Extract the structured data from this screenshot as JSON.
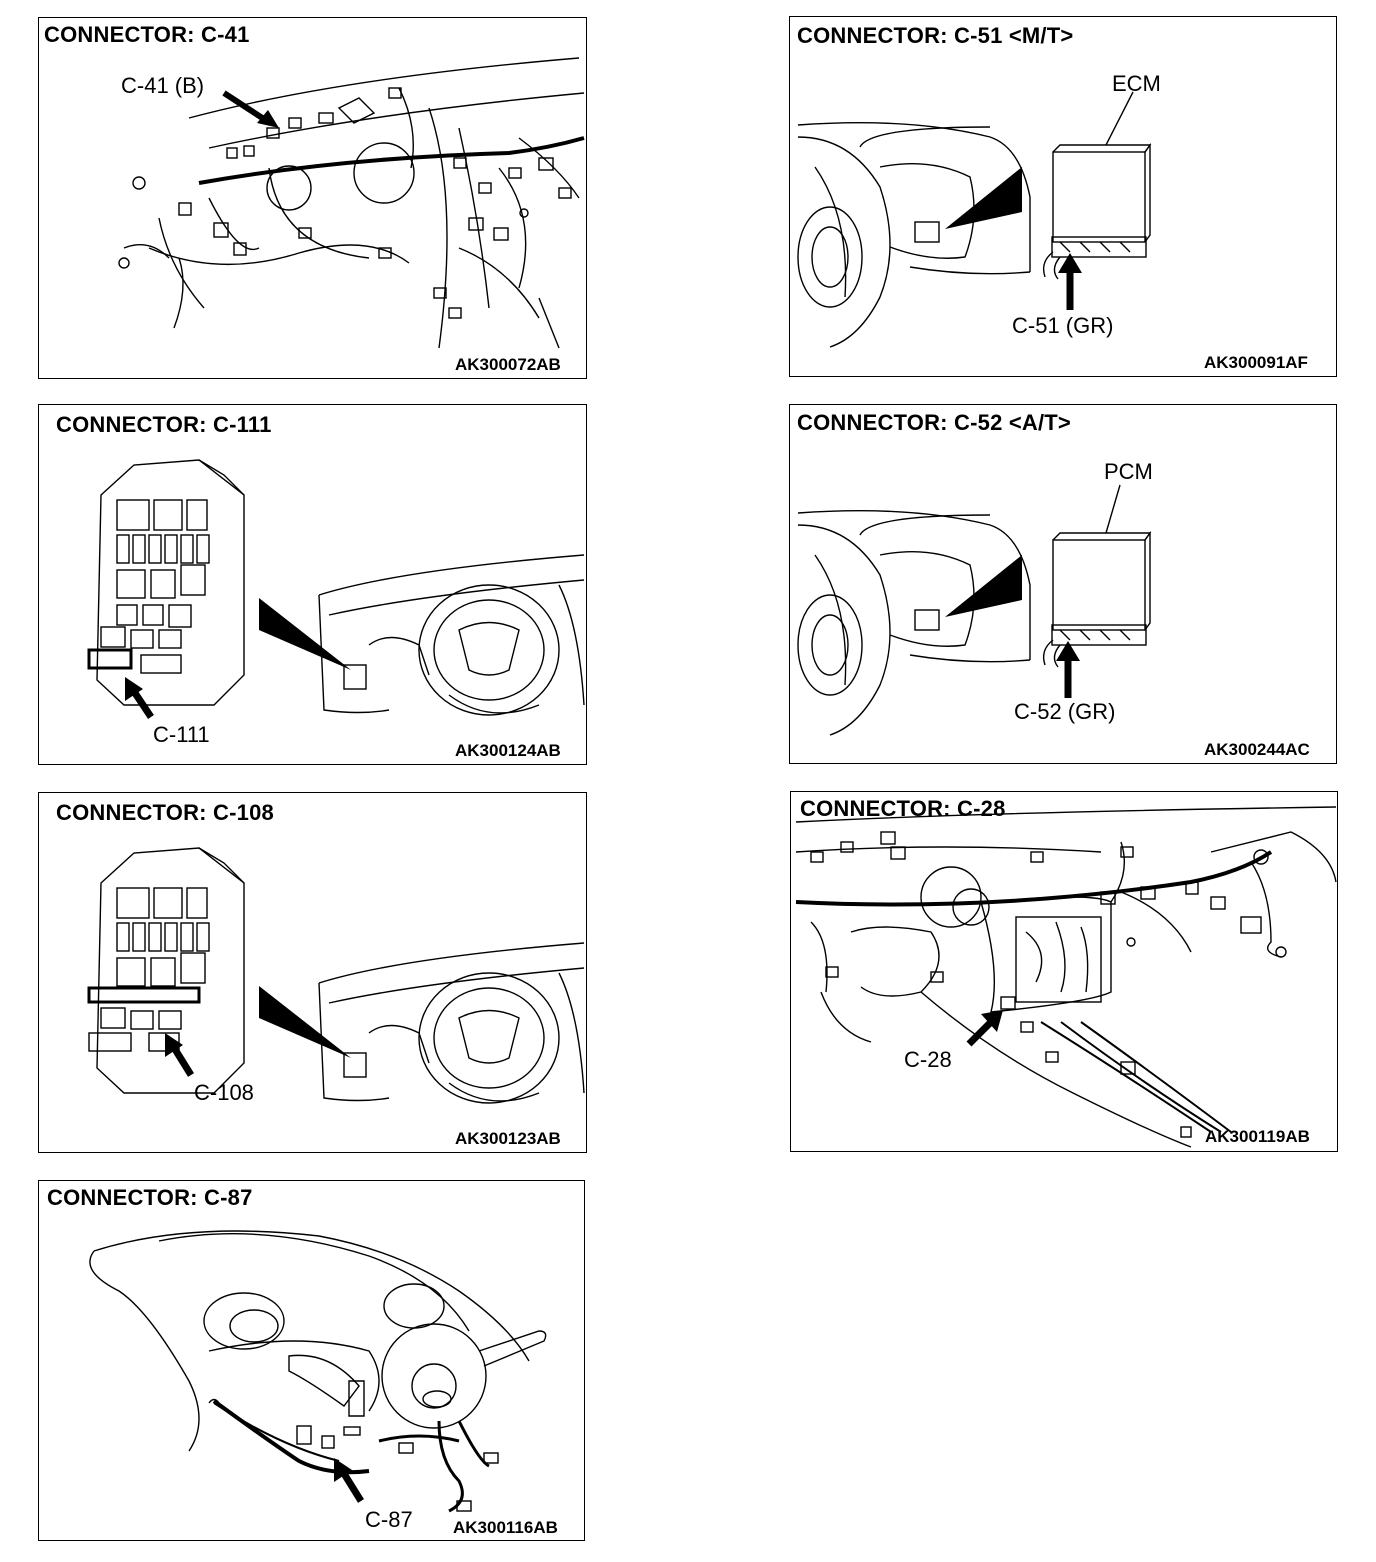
{
  "panels": [
    {
      "title": "CONNECTOR: C-41",
      "callout": "C-41 (B)",
      "code": "AK300072AB"
    },
    {
      "title": "CONNECTOR: C-51 <M/T>",
      "unit": "ECM",
      "callout": "C-51 (GR)",
      "code": "AK300091AF"
    },
    {
      "title": "CONNECTOR: C-111",
      "callout": "C-111",
      "code": "AK300124AB"
    },
    {
      "title": "CONNECTOR: C-52 <A/T>",
      "unit": "PCM",
      "callout": "C-52 (GR)",
      "code": "AK300244AC"
    },
    {
      "title": "CONNECTOR: C-108",
      "callout": "C-108",
      "code": "AK300123AB"
    },
    {
      "title": "CONNECTOR: C-28",
      "callout": "C-28",
      "code": "AK300119AB"
    },
    {
      "title": "CONNECTOR: C-87",
      "callout": "C-87",
      "code": "AK300116AB"
    }
  ]
}
